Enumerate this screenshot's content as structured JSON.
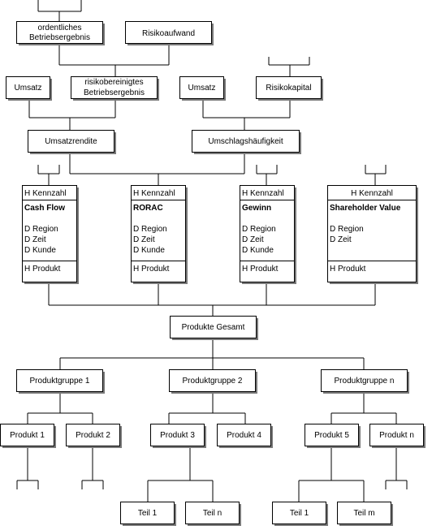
{
  "nodes": {
    "ergebnis": [
      "ordentliches",
      "Betriebsergebnis"
    ],
    "risikoaufwand": "Risikoaufwand",
    "umsatz_left": "Umsatz",
    "risikobereinigt": [
      "risikobereinigtes",
      "Betriebsergebnis"
    ],
    "umsatz_right": "Umsatz",
    "risikokapital": "Risikokapital",
    "umsatzrendite": "Umsatzrendite",
    "umschlag": "Umschlagshäufigkeit",
    "produkte_gesamt": "Produkte Gesamt",
    "produktgruppe_1": "Produktgruppe 1",
    "produktgruppe_2": "Produktgruppe 2",
    "produktgruppe_n": "Produktgruppe n",
    "produkt_1": "Produkt 1",
    "produkt_2": "Produkt 2",
    "produkt_3": "Produkt 3",
    "produkt_4": "Produkt 4",
    "produkt_5": "Produkt 5",
    "produkt_n": "Produkt n",
    "teil_1a": "Teil 1",
    "teil_n": "Teil n",
    "teil_1b": "Teil 1",
    "teil_m": "Teil m"
  },
  "cubes": [
    {
      "header": "H Kennzahl",
      "title": "Cash Flow",
      "dims": [
        "D Region",
        "D Zeit",
        "D Kunde"
      ],
      "footer": "H Produkt"
    },
    {
      "header": "H Kennzahl",
      "title": "RORAC",
      "dims": [
        "D Region",
        "D Zeit",
        "D Kunde"
      ],
      "footer": "H Produkt"
    },
    {
      "header": "H Kennzahl",
      "title": "Gewinn",
      "dims": [
        "D Region",
        "D Zeit",
        "D Kunde"
      ],
      "footer": "H Produkt"
    },
    {
      "header": "H Kennzahl",
      "title": "Shareholder Value",
      "dims": [
        "D Region",
        "D Zeit"
      ],
      "footer": "H Produkt"
    }
  ]
}
